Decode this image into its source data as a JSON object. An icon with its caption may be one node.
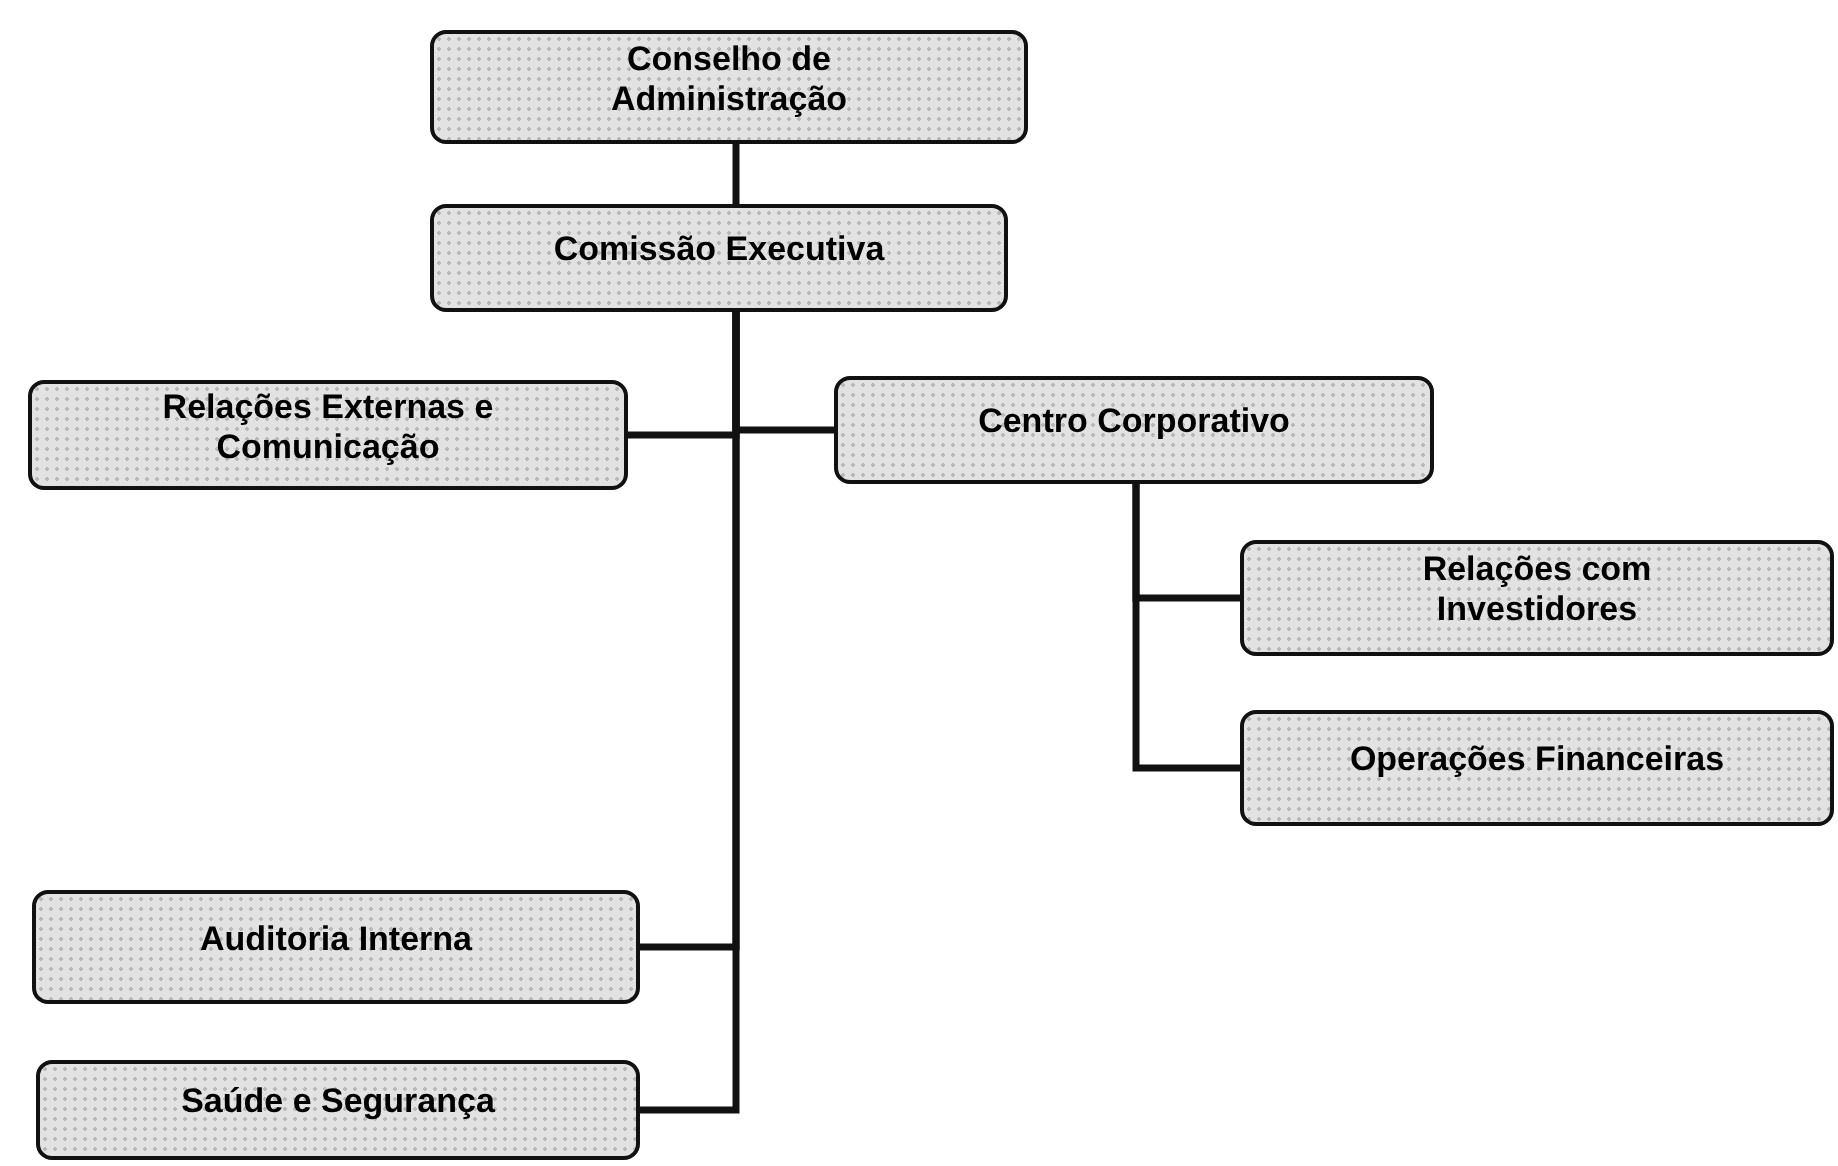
{
  "diagram": {
    "nodes": [
      {
        "text": [
          "Conselho de Administração"
        ]
      },
      {
        "text": [
          "Comissão Executiva"
        ]
      },
      {
        "text": [
          "Relações Externas e Comunicação"
        ]
      },
      {
        "text": [
          "Centro Corporativo"
        ]
      },
      {
        "text": [
          "Relações com Investidores"
        ]
      },
      {
        "text": [
          "Operações Financeiras"
        ]
      },
      {
        "text": [
          "Auditoria Interna"
        ]
      },
      {
        "text": [
          "Saúde e Segurança"
        ]
      }
    ],
    "edges": [
      {
        "from": 0,
        "to": 1,
        "arrow": "none"
      },
      {
        "from": 1,
        "to": 2,
        "arrow": "none"
      },
      {
        "from": 1,
        "to": 3,
        "arrow": "none"
      },
      {
        "from": 3,
        "to": 4,
        "arrow": "none"
      },
      {
        "from": 3,
        "to": 5,
        "arrow": "none"
      },
      {
        "from": 1,
        "to": 6,
        "arrow": "none"
      },
      {
        "from": 1,
        "to": 7,
        "arrow": "none"
      }
    ]
  }
}
